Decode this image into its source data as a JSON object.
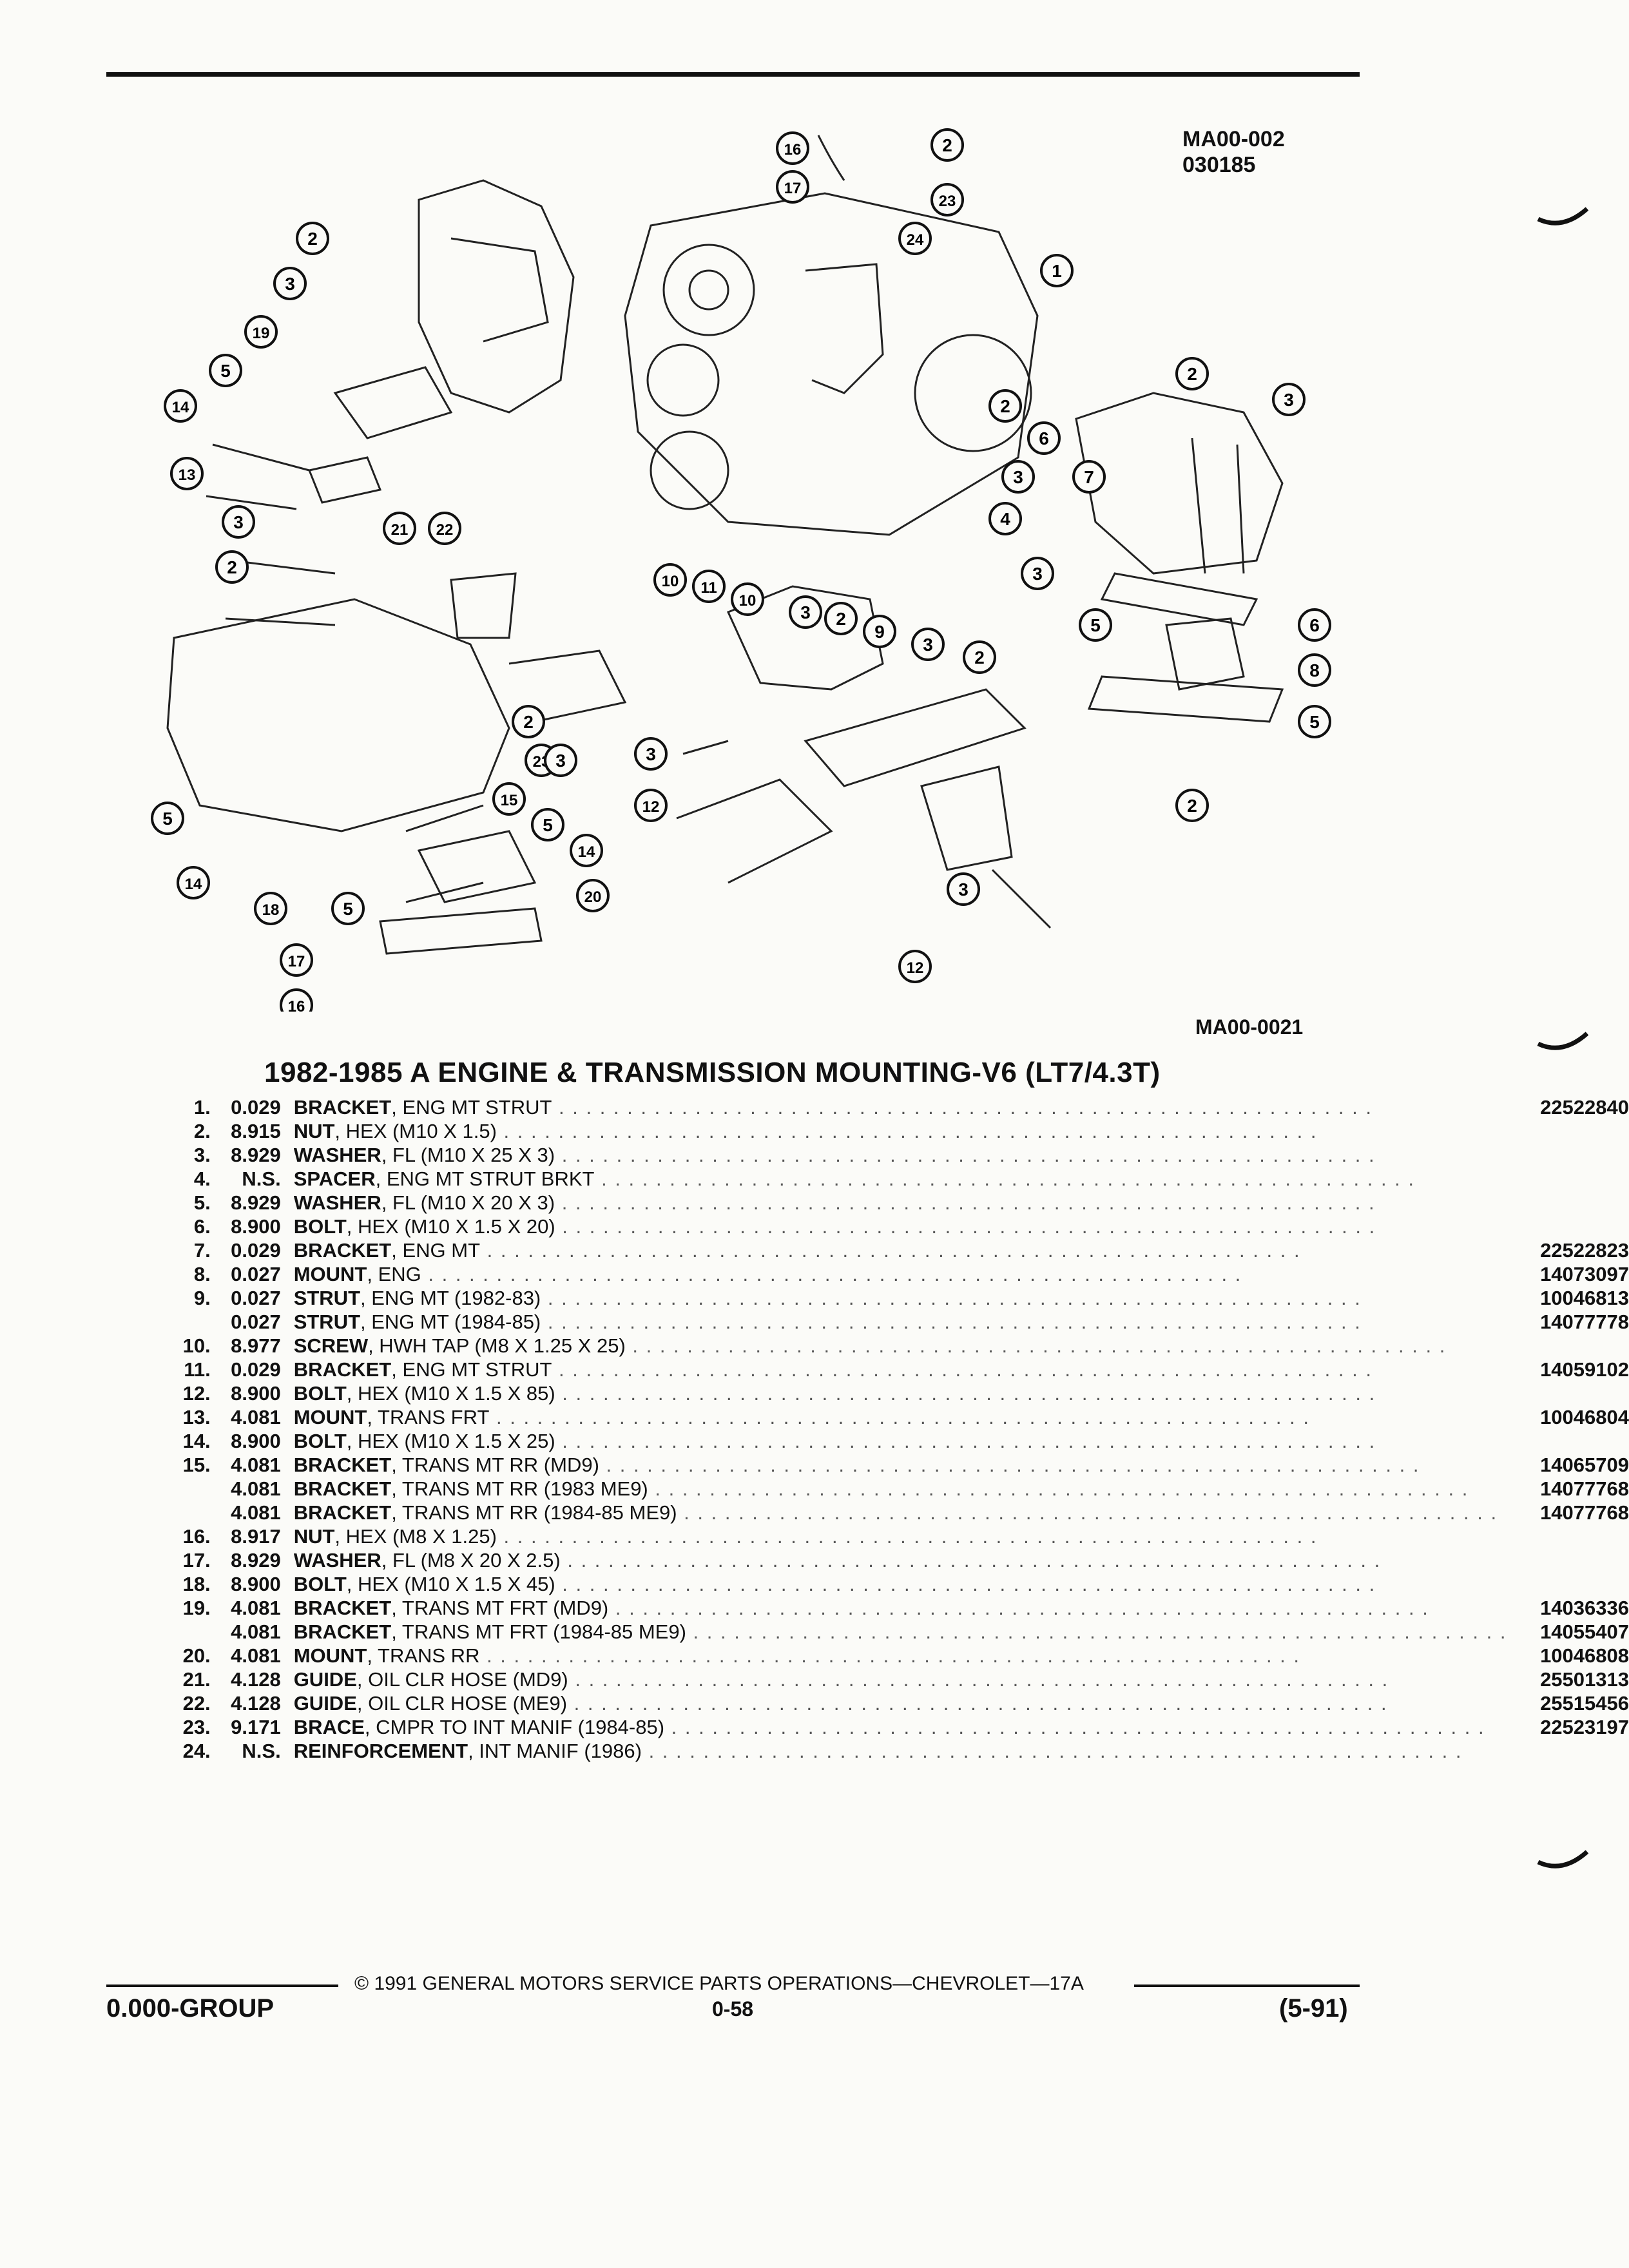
{
  "header": {
    "ref_code": "MA00-002",
    "ref_date": "030185"
  },
  "diagram": {
    "figure_code": "MA00-0021",
    "callouts": [
      "16",
      "17",
      "2",
      "23",
      "24",
      "1",
      "2",
      "3",
      "4",
      "2",
      "3",
      "19",
      "5",
      "14",
      "13",
      "3",
      "2",
      "21",
      "22",
      "2",
      "3",
      "6",
      "7",
      "3",
      "5",
      "6",
      "8",
      "5",
      "2",
      "10",
      "11",
      "10",
      "3",
      "2",
      "9",
      "3",
      "2",
      "3",
      "12",
      "3",
      "12",
      "23",
      "2",
      "3",
      "15",
      "5",
      "14",
      "5",
      "14",
      "18",
      "5",
      "20",
      "17",
      "16"
    ]
  },
  "title": "1982-1985 A ENGINE & TRANSMISSION MOUNTING-V6 (LT7/4.3T)",
  "parts": [
    {
      "num": "1.",
      "group": "0.029",
      "name": "BRACKET",
      "detail": ", ENG MT STRUT",
      "part": "22522840"
    },
    {
      "num": "2.",
      "group": "8.915",
      "name": "NUT",
      "detail": ", HEX (M10 X 1.5)",
      "part": ""
    },
    {
      "num": "3.",
      "group": "8.929",
      "name": "WASHER",
      "detail": ", FL (M10 X 25 X 3)",
      "part": ""
    },
    {
      "num": "4.",
      "group": "N.S.",
      "name": "SPACER",
      "detail": ", ENG MT STRUT BRKT",
      "part": ""
    },
    {
      "num": "5.",
      "group": "8.929",
      "name": "WASHER",
      "detail": ", FL (M10 X 20 X 3)",
      "part": ""
    },
    {
      "num": "6.",
      "group": "8.900",
      "name": "BOLT",
      "detail": ", HEX (M10 X 1.5 X 20)",
      "part": ""
    },
    {
      "num": "7.",
      "group": "0.029",
      "name": "BRACKET",
      "detail": ", ENG MT",
      "part": "22522823"
    },
    {
      "num": "8.",
      "group": "0.027",
      "name": "MOUNT",
      "detail": ", ENG",
      "part": "14073097"
    },
    {
      "num": "9.",
      "group": "0.027",
      "name": "STRUT",
      "detail": ", ENG MT (1982-83)",
      "part": "10046813"
    },
    {
      "num": "",
      "group": "0.027",
      "name": "STRUT",
      "detail": ", ENG MT (1984-85)",
      "part": "14077778"
    },
    {
      "num": "10.",
      "group": "8.977",
      "name": "SCREW",
      "detail": ", HWH TAP (M8 X 1.25 X 25)",
      "part": ""
    },
    {
      "num": "11.",
      "group": "0.029",
      "name": "BRACKET",
      "detail": ", ENG MT STRUT",
      "part": "14059102"
    },
    {
      "num": "12.",
      "group": "8.900",
      "name": "BOLT",
      "detail": ", HEX (M10 X 1.5 X 85)",
      "part": ""
    },
    {
      "num": "13.",
      "group": "4.081",
      "name": "MOUNT",
      "detail": ", TRANS FRT",
      "part": "10046804"
    },
    {
      "num": "14.",
      "group": "8.900",
      "name": "BOLT",
      "detail": ", HEX (M10 X 1.5 X 25)",
      "part": ""
    },
    {
      "num": "15.",
      "group": "4.081",
      "name": "BRACKET",
      "detail": ", TRANS MT RR (MD9)",
      "part": "14065709"
    },
    {
      "num": "",
      "group": "4.081",
      "name": "BRACKET",
      "detail": ", TRANS MT RR (1983 ME9)",
      "part": "14077768"
    },
    {
      "num": "",
      "group": "4.081",
      "name": "BRACKET",
      "detail": ", TRANS MT RR (1984-85 ME9)",
      "part": "14077768"
    },
    {
      "num": "16.",
      "group": "8.917",
      "name": "NUT",
      "detail": ", HEX (M8 X 1.25)",
      "part": ""
    },
    {
      "num": "17.",
      "group": "8.929",
      "name": "WASHER",
      "detail": ", FL (M8 X 20 X 2.5)",
      "part": ""
    },
    {
      "num": "18.",
      "group": "8.900",
      "name": "BOLT",
      "detail": ", HEX (M10 X 1.5 X 45)",
      "part": ""
    },
    {
      "num": "19.",
      "group": "4.081",
      "name": "BRACKET",
      "detail": ", TRANS MT FRT (MD9)",
      "part": "14036336"
    },
    {
      "num": "",
      "group": "4.081",
      "name": "BRACKET",
      "detail": ", TRANS MT FRT (1984-85 ME9)",
      "part": "14055407"
    },
    {
      "num": "20.",
      "group": "4.081",
      "name": "MOUNT",
      "detail": ", TRANS RR",
      "part": "10046808"
    },
    {
      "num": "21.",
      "group": "4.128",
      "name": "GUIDE",
      "detail": ", OIL CLR HOSE (MD9)",
      "part": "25501313"
    },
    {
      "num": "22.",
      "group": "4.128",
      "name": "GUIDE",
      "detail": ", OIL CLR HOSE (ME9)",
      "part": "25515456"
    },
    {
      "num": "23.",
      "group": "9.171",
      "name": "BRACE",
      "detail": ", CMPR TO INT MANIF (1984-85)",
      "part": "22523197"
    },
    {
      "num": "24.",
      "group": "N.S.",
      "name": "REINFORCEMENT",
      "detail": ", INT MANIF (1986)",
      "part": ""
    }
  ],
  "footer": {
    "copyright": "© 1991 GENERAL MOTORS SERVICE PARTS OPERATIONS—CHEVROLET—17A",
    "group": "0.000-GROUP",
    "page": "0-58",
    "date": "(5-91)"
  }
}
